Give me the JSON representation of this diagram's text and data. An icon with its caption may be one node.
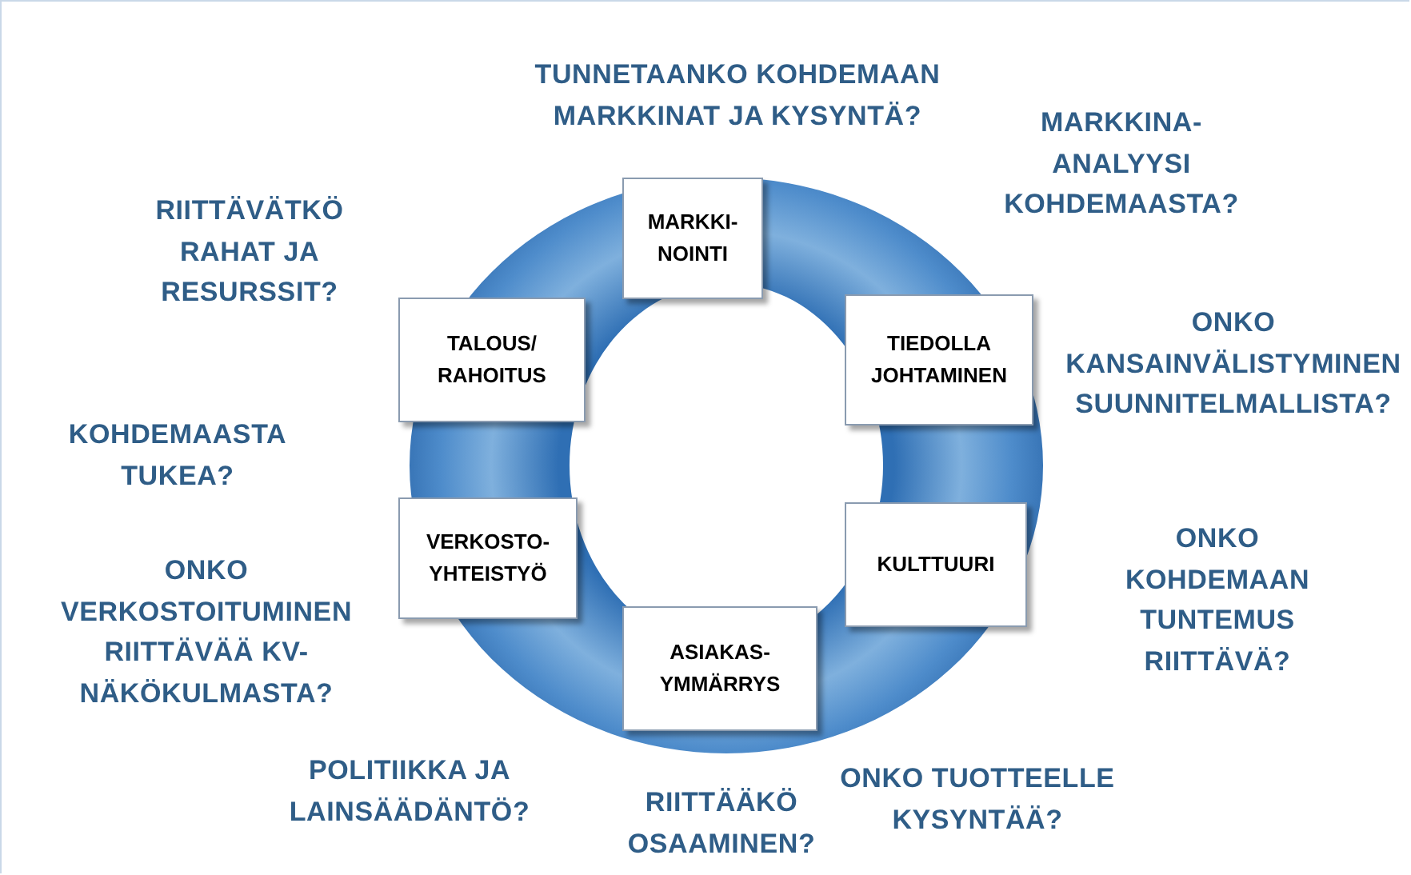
{
  "diagram": {
    "nodes": [
      {
        "text": [
          "MARKKI- NOINTI"
        ]
      },
      {
        "text": [
          "TIEDOLLA JOHTAMINEN"
        ]
      },
      {
        "text": [
          "KULTTUURI"
        ]
      },
      {
        "text": [
          "ASIAKAS- YMMÄRRYS"
        ]
      },
      {
        "text": [
          "VERKOSTO- YHTEISTYÖ"
        ]
      },
      {
        "text": [
          "TALOUS/ RAHOITUS"
        ]
      }
    ],
    "labels": [
      "TUNNETAANKO KOHDEMAAN MARKKINAT JA KYSYNTÄ?",
      "MARKKINA- ANALYYSI KOHDEMAASTA?",
      "RIITTÄVÄTKÖ RAHAT JA RESURSSIT?",
      "ONKO KANSAINVÄLISTYMINEN SUUNNITELMALLISTA?",
      "KOHDEMAASTA TUKEA?",
      "ONKO KOHDEMAAN TUNTEMUS RIITTÄVÄ?",
      "ONKO VERKOSTOITUMINEN RIITTÄVÄÄ KV- NÄKÖKULMASTA?",
      "POLITIIKKA JA LAINSÄÄDÄNTÖ?",
      "ONKO TUOTTEELLE KYSYNTÄÄ?",
      "RIITTÄÄKÖ OSAAMINEN?"
    ]
  }
}
